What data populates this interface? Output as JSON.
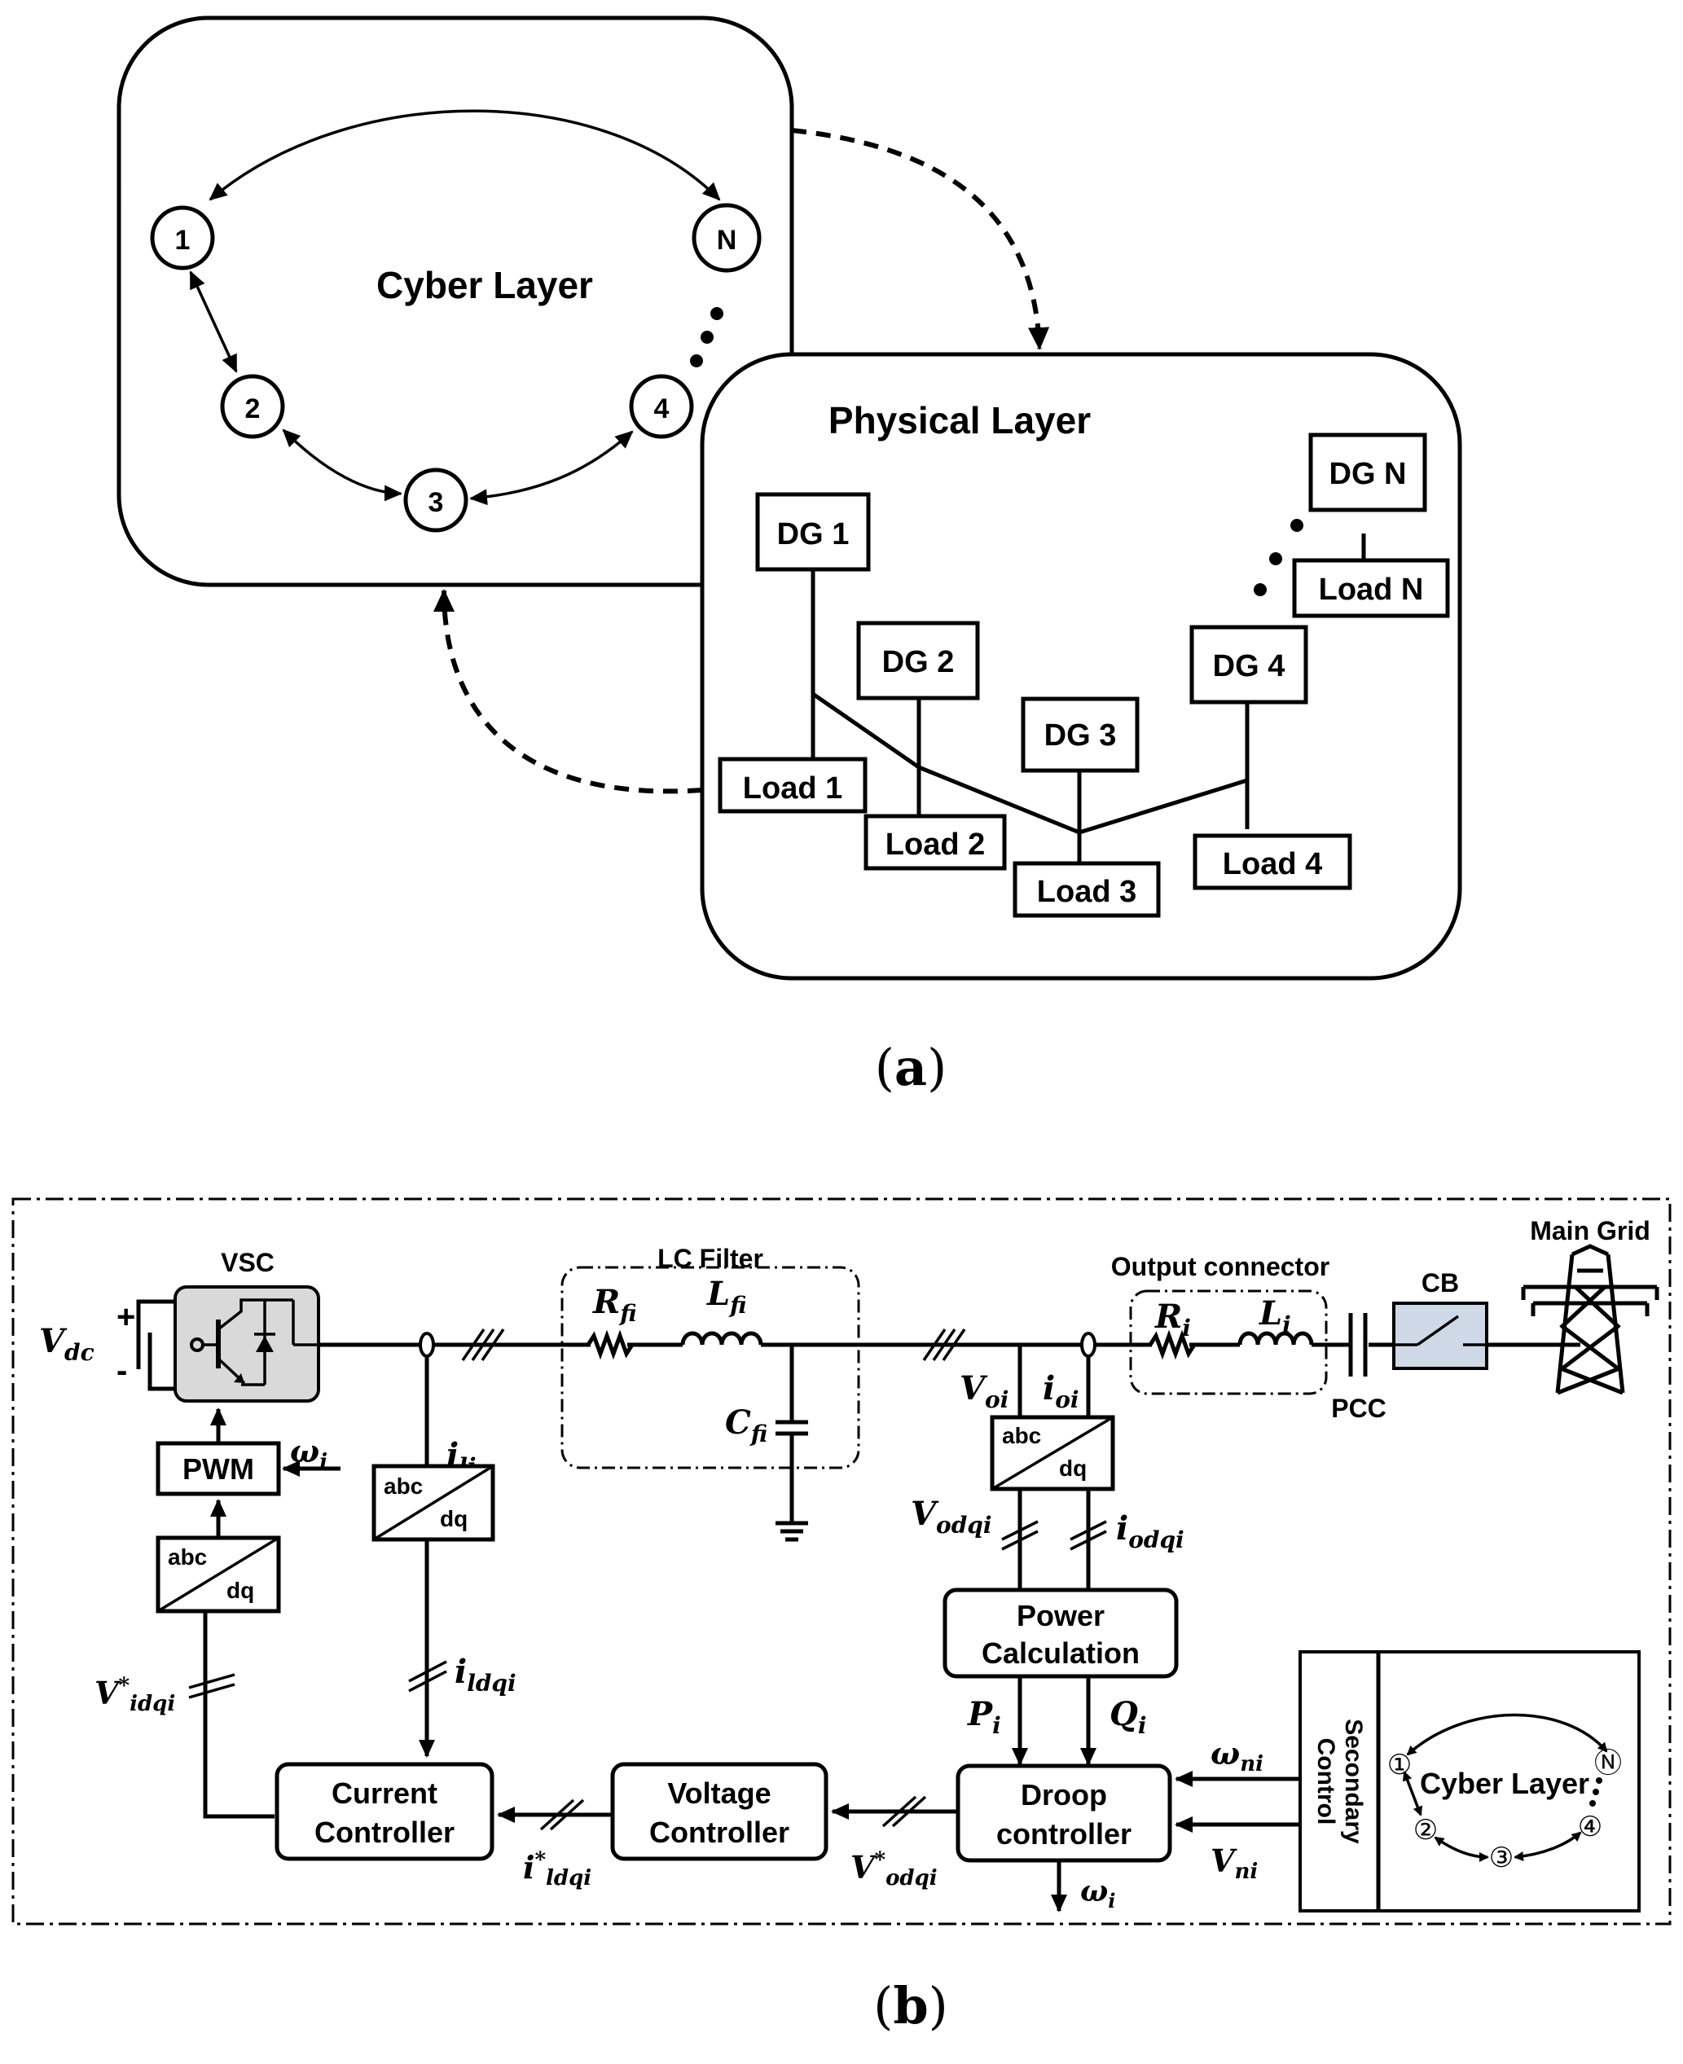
{
  "panel_a": {
    "caption_letter": "a",
    "cyber_layer": {
      "title": "Cyber Layer",
      "nodes": [
        "1",
        "2",
        "3",
        "4",
        "N"
      ]
    },
    "physical_layer": {
      "title": "Physical Layer",
      "dg": [
        "DG 1",
        "DG 2",
        "DG 3",
        "DG 4",
        "DG N"
      ],
      "loads": [
        "Load 1",
        "Load 2",
        "Load 3",
        "Load 4",
        "Load N"
      ]
    }
  },
  "panel_b": {
    "caption_letter": "b",
    "blocks": {
      "vsc": "VSC",
      "pwm": "PWM",
      "abc": "abc",
      "dq": "dq",
      "lc_filter": "LC Filter",
      "output_connector": "Output connector",
      "cb": "CB",
      "main_grid": "Main Grid",
      "pcc": "PCC",
      "power_calc": [
        "Power",
        "Calculation"
      ],
      "current_ctrl": [
        "Current",
        "Controller"
      ],
      "voltage_ctrl": [
        "Voltage",
        "Controller"
      ],
      "droop_ctrl": [
        "Droop",
        "controller"
      ],
      "secondary": [
        "Secondary",
        "Control"
      ],
      "mini_cyber": "Cyber Layer",
      "mini_nodes": [
        "①",
        "②",
        "③",
        "④",
        "Ⓝ"
      ]
    },
    "symbols": {
      "vdc": {
        "base": "V",
        "sub": "dc"
      },
      "omega_i": {
        "base": "ω",
        "sub": "i"
      },
      "rfi": {
        "base": "R",
        "sub": "fi"
      },
      "lfi": {
        "base": "L",
        "sub": "fi"
      },
      "cfi": {
        "base": "C",
        "sub": "fi"
      },
      "ri": {
        "base": "R",
        "sub": "i"
      },
      "li": {
        "base": "L",
        "sub": "i"
      },
      "ili": {
        "base": "i",
        "sub": "li"
      },
      "ildqi": {
        "base": "i",
        "sub": "ldqi"
      },
      "voi": {
        "base": "V",
        "sub": "oi"
      },
      "ioi": {
        "base": "i",
        "sub": "oi"
      },
      "vodqi": {
        "base": "V",
        "sub": "odqi"
      },
      "iodqi": {
        "base": "i",
        "sub": "odqi"
      },
      "pi": {
        "base": "P",
        "sub": "i"
      },
      "qi": {
        "base": "Q",
        "sub": "i"
      },
      "omega_ni": {
        "base": "ω",
        "sub": "ni"
      },
      "vni": {
        "base": "V",
        "sub": "ni"
      },
      "vidqi_star": {
        "base": "V",
        "sup": "*",
        "sub": "idqi"
      },
      "ildqi_star": {
        "base": "i",
        "sup": "*",
        "sub": "ldqi"
      },
      "vodqi_star": {
        "base": "V",
        "sup": "*",
        "sub": "odqi"
      },
      "omega_i_out": {
        "base": "ω",
        "sub": "i"
      }
    }
  }
}
